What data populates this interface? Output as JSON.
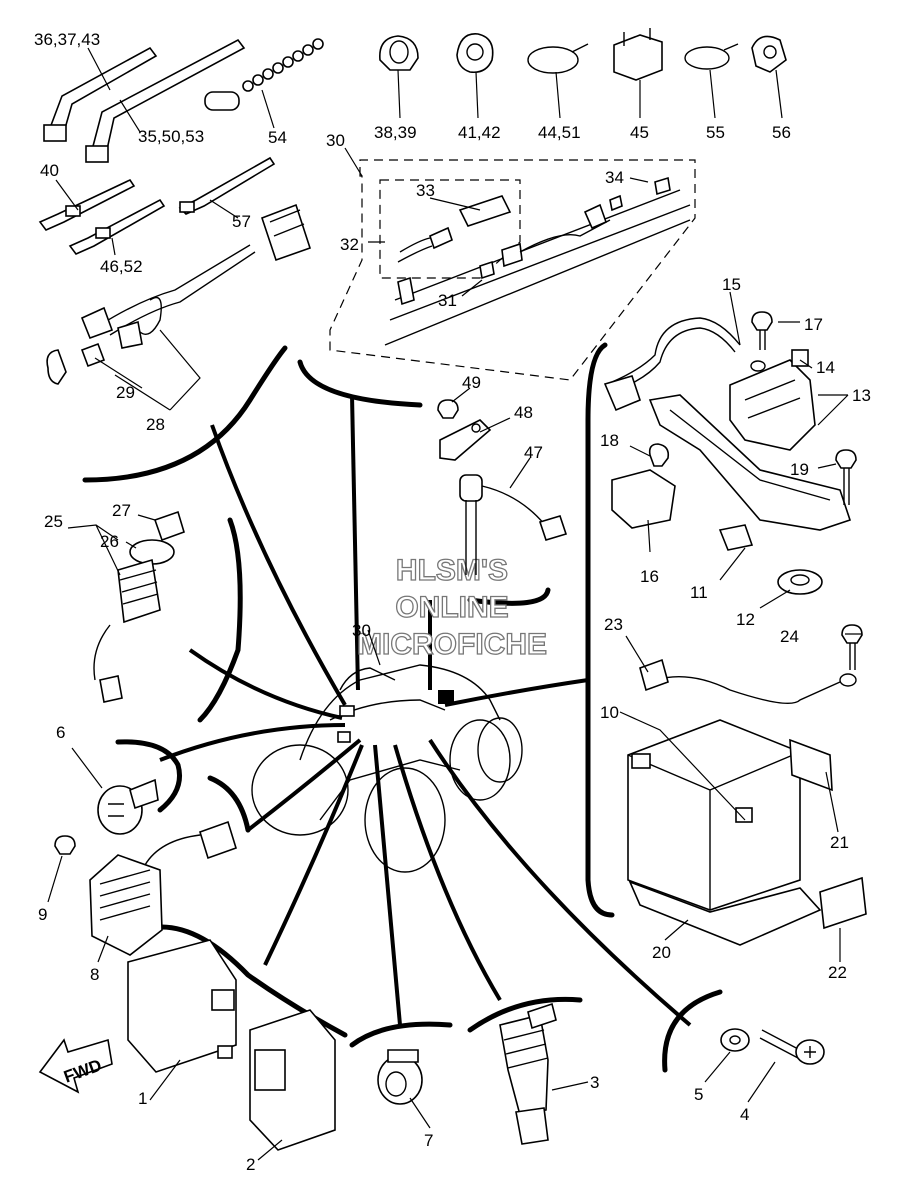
{
  "watermark": {
    "line1": "HLSM'S",
    "line2": "ONLINE",
    "line3": "MICROFICHE"
  },
  "direction_label": "FWD",
  "callouts": [
    {
      "id": "c-36-37-43",
      "text": "36,37,43"
    },
    {
      "id": "c-35-50-53",
      "text": "35,50,53"
    },
    {
      "id": "c-54",
      "text": "54"
    },
    {
      "id": "c-38-39",
      "text": "38,39"
    },
    {
      "id": "c-41-42",
      "text": "41,42"
    },
    {
      "id": "c-44-51",
      "text": "44,51"
    },
    {
      "id": "c-45",
      "text": "45"
    },
    {
      "id": "c-55",
      "text": "55"
    },
    {
      "id": "c-56",
      "text": "56"
    },
    {
      "id": "c-30a",
      "text": "30"
    },
    {
      "id": "c-40",
      "text": "40"
    },
    {
      "id": "c-57",
      "text": "57"
    },
    {
      "id": "c-46-52",
      "text": "46,52"
    },
    {
      "id": "c-33",
      "text": "33"
    },
    {
      "id": "c-34",
      "text": "34"
    },
    {
      "id": "c-32",
      "text": "32"
    },
    {
      "id": "c-31",
      "text": "31"
    },
    {
      "id": "c-29",
      "text": "29"
    },
    {
      "id": "c-28",
      "text": "28"
    },
    {
      "id": "c-15",
      "text": "15"
    },
    {
      "id": "c-17",
      "text": "17"
    },
    {
      "id": "c-14",
      "text": "14"
    },
    {
      "id": "c-13",
      "text": "13"
    },
    {
      "id": "c-49",
      "text": "49"
    },
    {
      "id": "c-48",
      "text": "48"
    },
    {
      "id": "c-47",
      "text": "47"
    },
    {
      "id": "c-18",
      "text": "18"
    },
    {
      "id": "c-19",
      "text": "19"
    },
    {
      "id": "c-25",
      "text": "25"
    },
    {
      "id": "c-27",
      "text": "27"
    },
    {
      "id": "c-26",
      "text": "26"
    },
    {
      "id": "c-16",
      "text": "16"
    },
    {
      "id": "c-11",
      "text": "11"
    },
    {
      "id": "c-12",
      "text": "12"
    },
    {
      "id": "c-30b",
      "text": "30"
    },
    {
      "id": "c-23",
      "text": "23"
    },
    {
      "id": "c-24",
      "text": "24"
    },
    {
      "id": "c-6",
      "text": "6"
    },
    {
      "id": "c-10",
      "text": "10"
    },
    {
      "id": "c-21",
      "text": "21"
    },
    {
      "id": "c-9",
      "text": "9"
    },
    {
      "id": "c-8",
      "text": "8"
    },
    {
      "id": "c-20",
      "text": "20"
    },
    {
      "id": "c-22",
      "text": "22"
    },
    {
      "id": "c-1",
      "text": "1"
    },
    {
      "id": "c-2",
      "text": "2"
    },
    {
      "id": "c-7",
      "text": "7"
    },
    {
      "id": "c-3",
      "text": "3"
    },
    {
      "id": "c-5",
      "text": "5"
    },
    {
      "id": "c-4",
      "text": "4"
    }
  ]
}
